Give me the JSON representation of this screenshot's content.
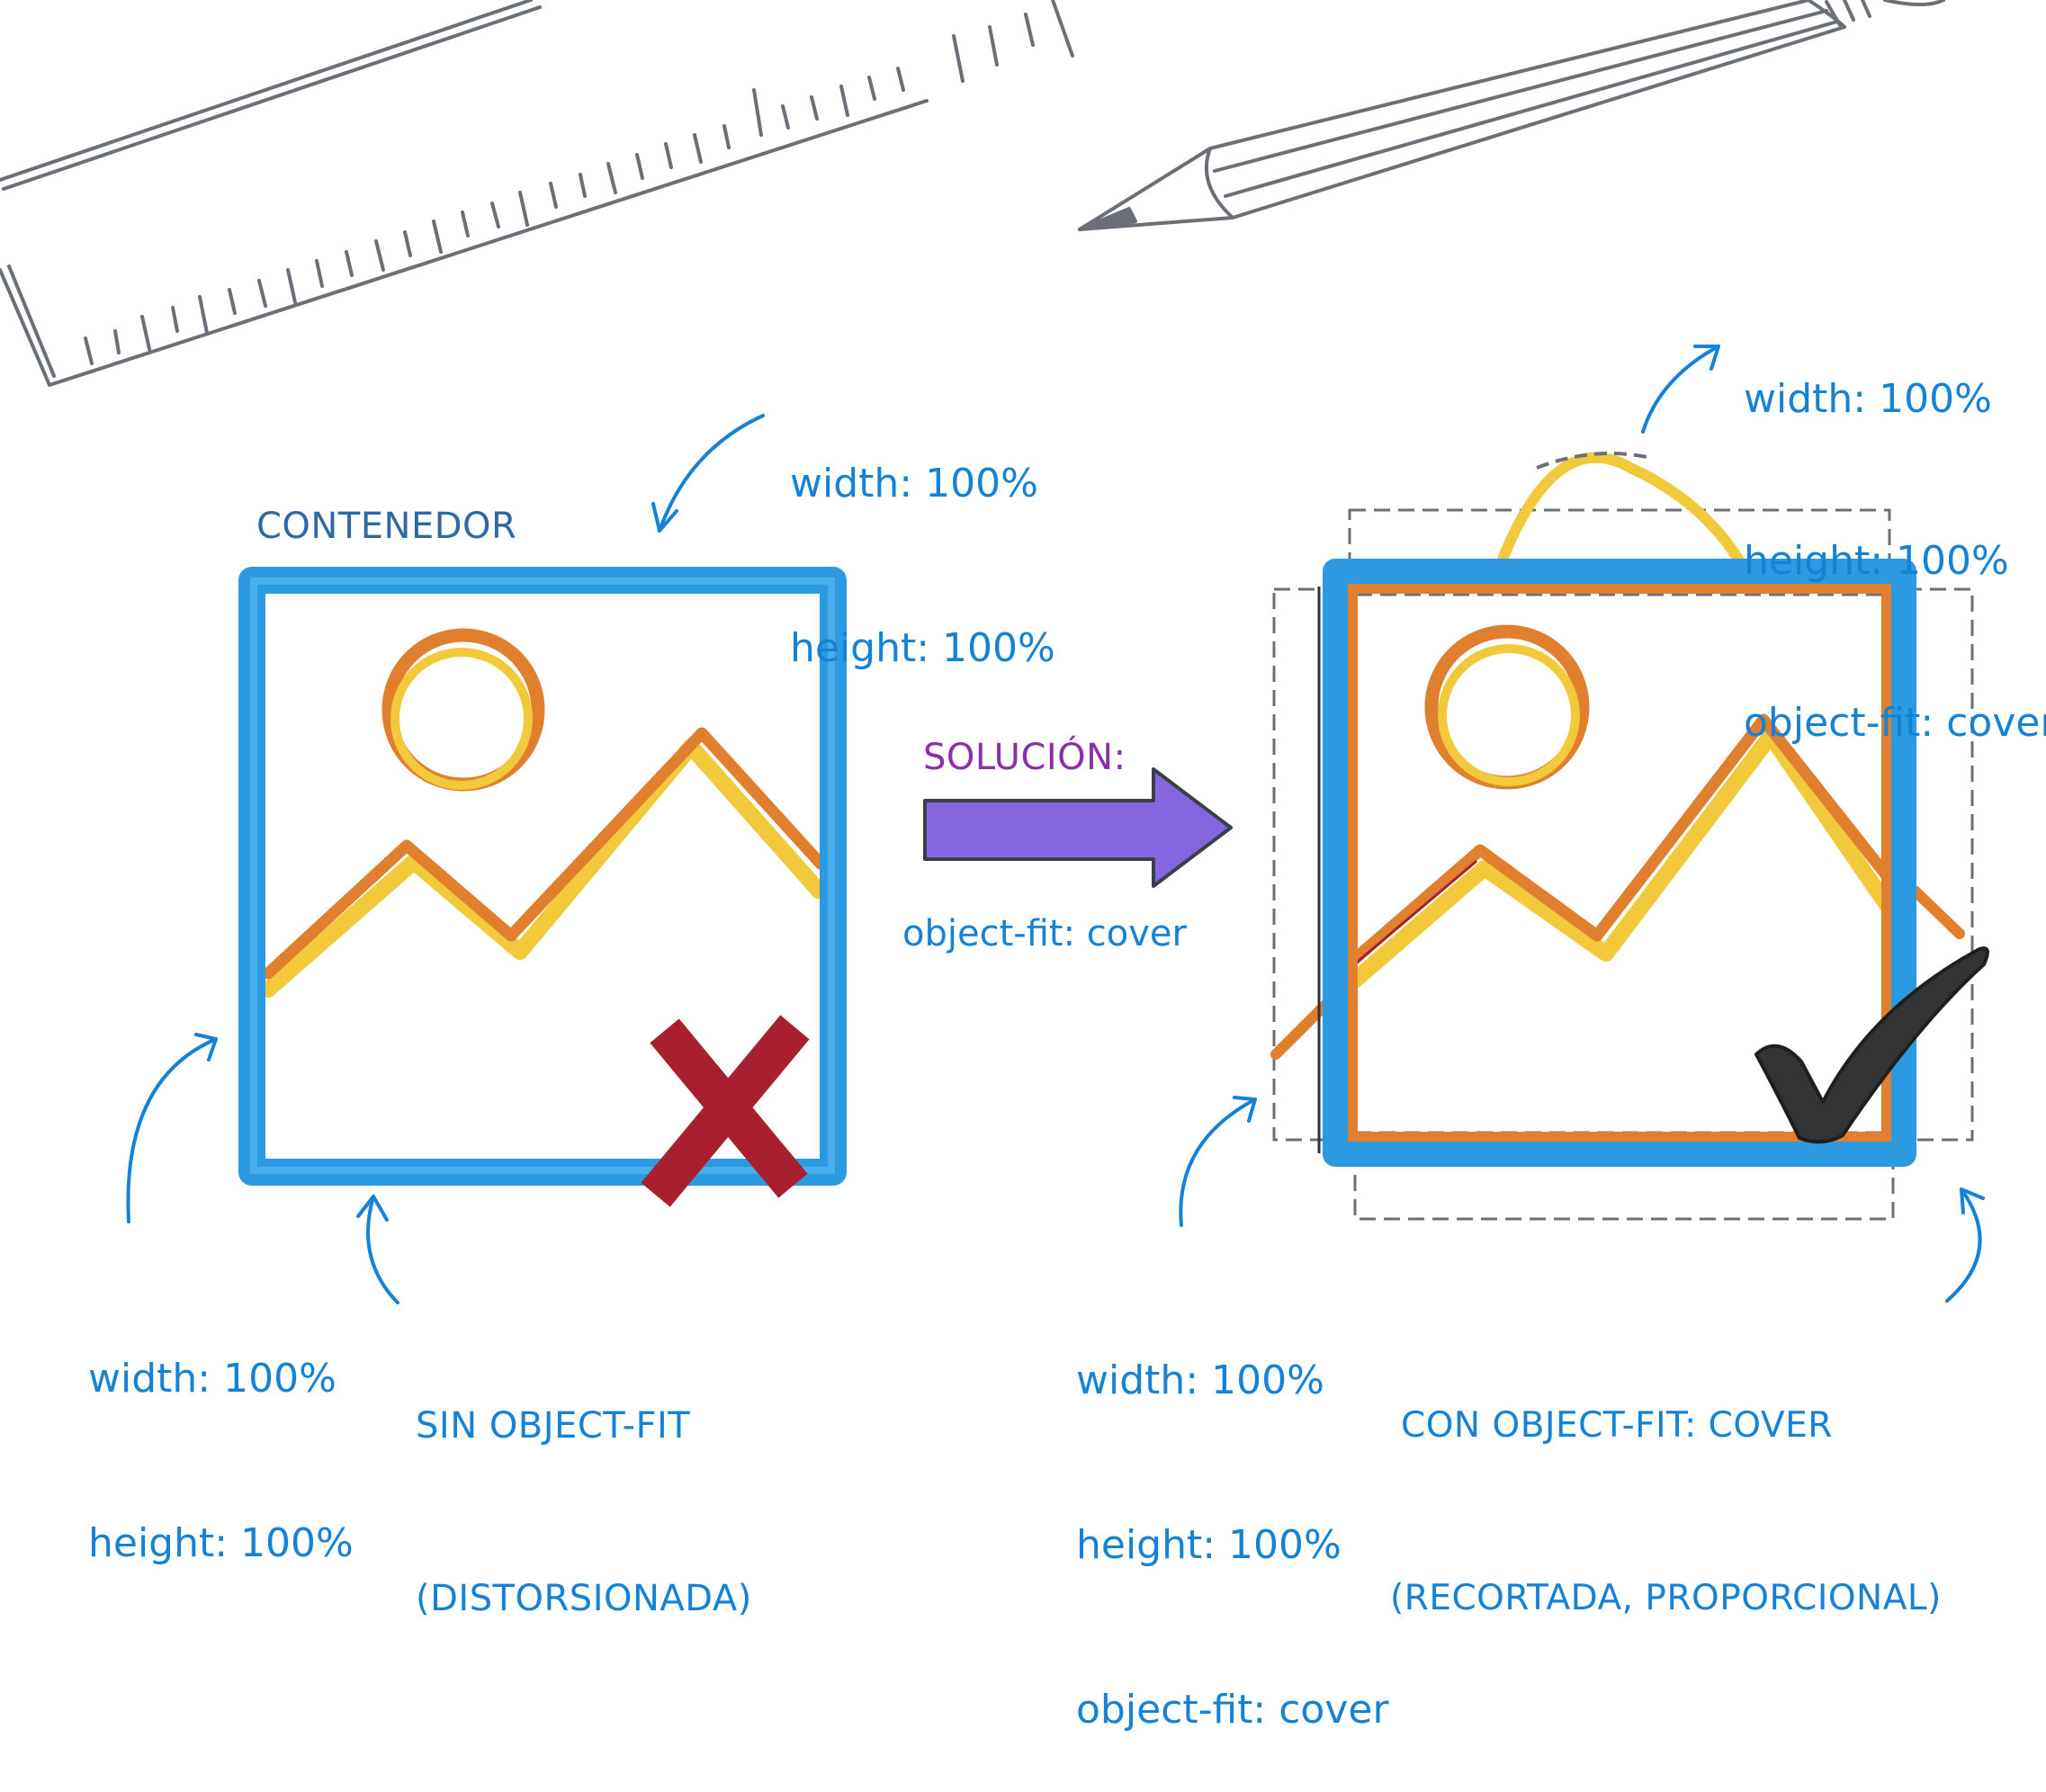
{
  "colors": {
    "label_blue": "#1582d6",
    "frame_blue": "#2b9ae0",
    "orange": "#e07f2e",
    "yellow": "#f2c93a",
    "red_x": "#a8202f",
    "purple": "#8566e0",
    "purple_text": "#8c2ea8",
    "sketch_gray": "#6b6f77"
  },
  "icons": [
    "ruler-icon",
    "pencil-icon",
    "image-placeholder-icon",
    "cross-mark-icon",
    "check-mark-icon",
    "arrow-right-icon"
  ],
  "left": {
    "container_label": "CONTENEDOR",
    "top_css": [
      "width: 100%",
      "height: 100%"
    ],
    "bottom_css": [
      "width: 100%",
      "height: 100%"
    ],
    "caption": [
      "SIN OBJECT-FIT",
      "(DISTORSIONADA)"
    ]
  },
  "middle": {
    "title": "SOLUCIÓN:",
    "css": "object-fit: cover"
  },
  "right": {
    "top_css": [
      "width: 100%",
      "height: 100%",
      "object-fit: cover"
    ],
    "bottom_css": [
      "width: 100%",
      "height: 100%",
      "object-fit: cover"
    ],
    "caption": [
      "CON OBJECT-FIT: COVER",
      "(RECORTADA, PROPORCIONAL)"
    ]
  }
}
